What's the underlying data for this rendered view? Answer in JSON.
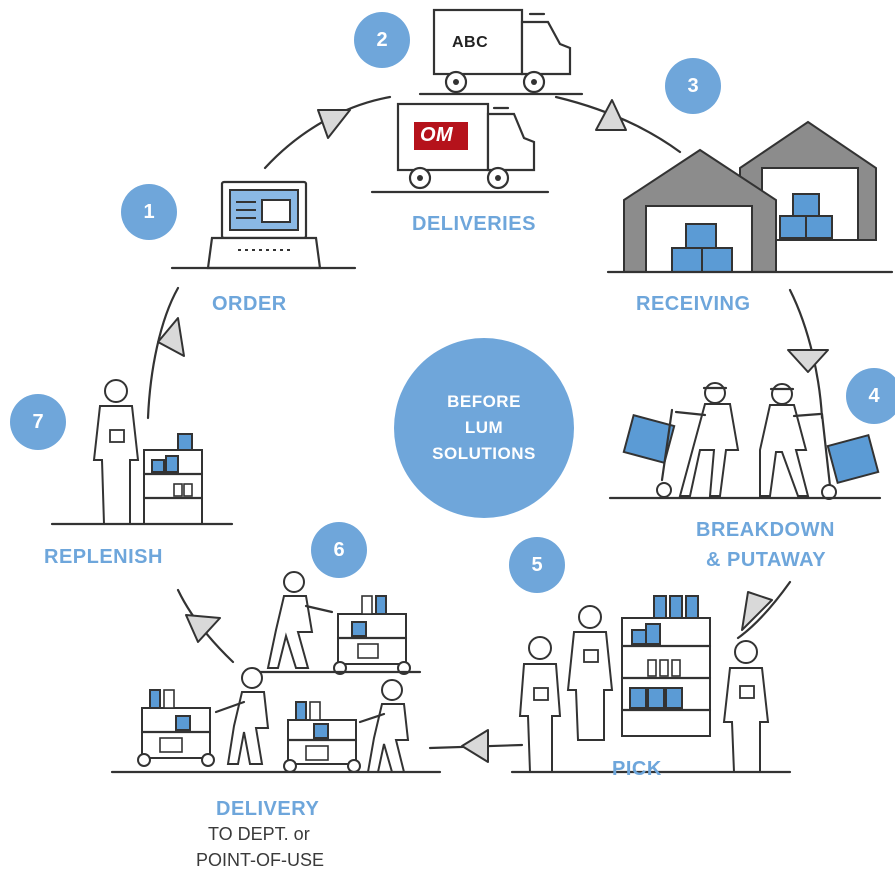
{
  "center": {
    "lines": [
      "BEFORE",
      "LUM",
      "SOLUTIONS"
    ]
  },
  "steps": [
    {
      "number": "1",
      "label": "ORDER"
    },
    {
      "number": "2",
      "label": "DELIVERIES"
    },
    {
      "number": "3",
      "label": "RECEIVING"
    },
    {
      "number": "4",
      "label_line1": "BREAKDOWN",
      "label_line2": "& PUTAWAY"
    },
    {
      "number": "5",
      "label": "PICK"
    },
    {
      "number": "6",
      "label": "DELIVERY",
      "sub_line1": "TO DEPT. or",
      "sub_line2": "POINT-OF-USE"
    },
    {
      "number": "7",
      "label": "REPLENISH"
    }
  ],
  "trucks": {
    "truck_a_text": "ABC",
    "truck_b_logo": "OM"
  },
  "colors": {
    "accent": "#6fa6da",
    "box_blue": "#5b9bd5",
    "warehouse_gray": "#8c8c8c",
    "logo_red": "#b5121b"
  }
}
